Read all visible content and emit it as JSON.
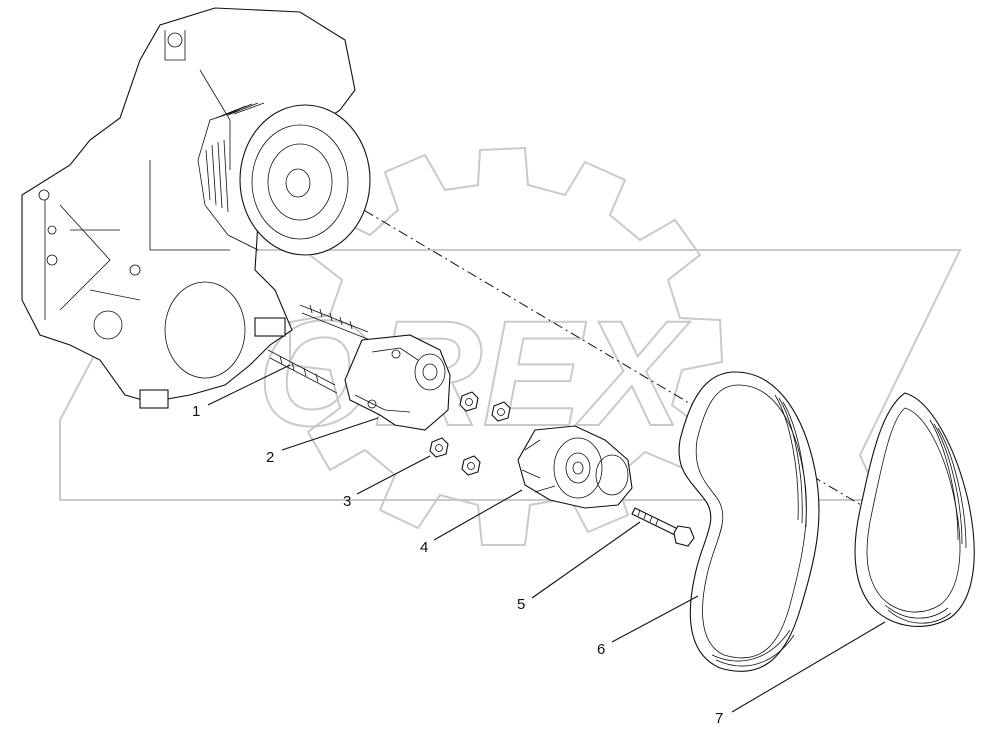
{
  "watermark": {
    "text": "OREX"
  },
  "corner_mark": "",
  "callouts": [
    {
      "id": "1",
      "label": "1"
    },
    {
      "id": "2",
      "label": "2"
    },
    {
      "id": "3",
      "label": "3"
    },
    {
      "id": "4",
      "label": "4"
    },
    {
      "id": "5",
      "label": "5"
    },
    {
      "id": "6",
      "label": "6"
    },
    {
      "id": "7",
      "label": "7"
    }
  ],
  "parts": [
    {
      "callout": "1",
      "icon": "front-cover-housing-icon"
    },
    {
      "callout": "2",
      "icon": "tensioner-bracket-icon"
    },
    {
      "callout": "3",
      "icon": "nut-icon"
    },
    {
      "callout": "4",
      "icon": "belt-tensioner-icon"
    },
    {
      "callout": "5",
      "icon": "bolt-icon"
    },
    {
      "callout": "6",
      "icon": "poly-v-belt-icon"
    },
    {
      "callout": "7",
      "icon": "poly-v-belt-icon"
    }
  ]
}
